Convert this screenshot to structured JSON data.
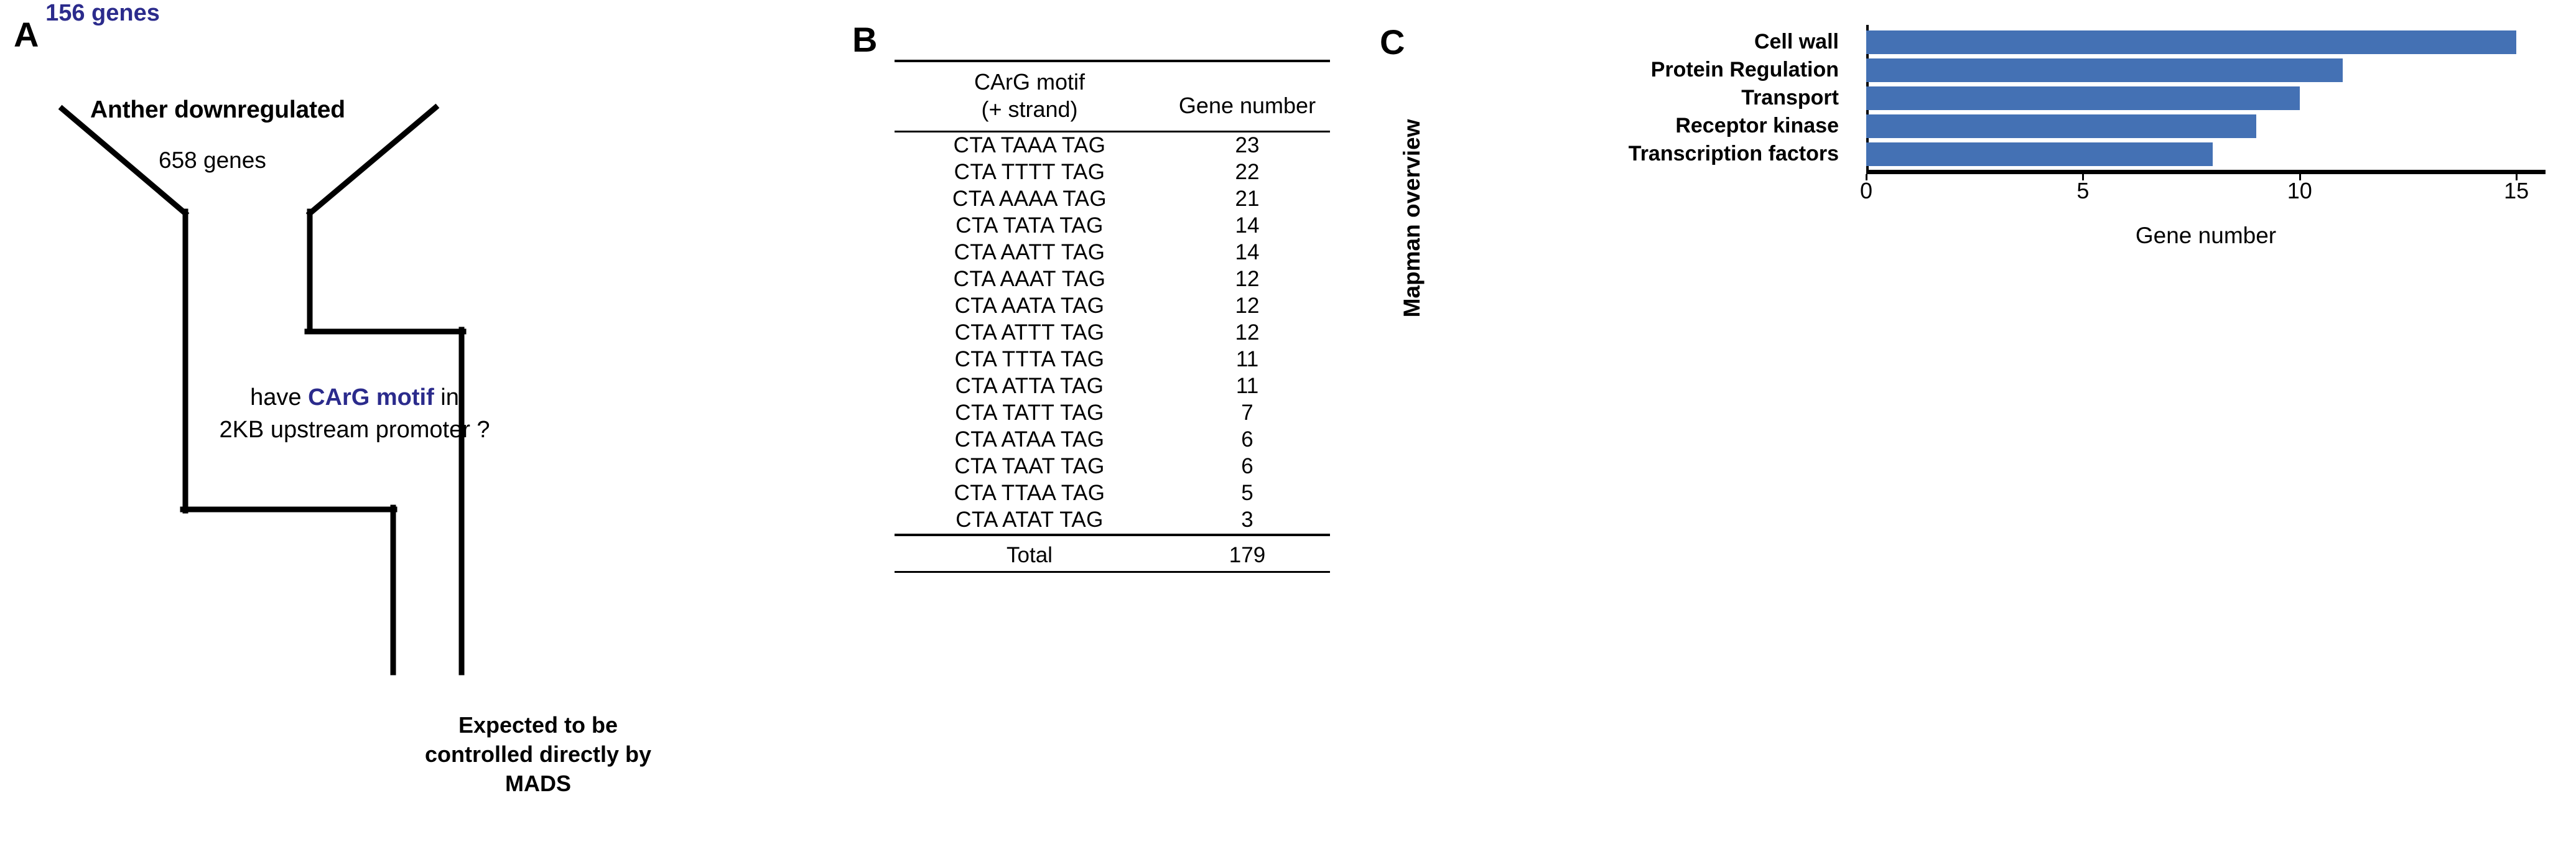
{
  "panels": {
    "a": {
      "letter": "A",
      "title": "Anther downregulated",
      "gene_count": "658 genes",
      "question_pre": "have ",
      "question_hl": "CArG motif",
      "question_post": " in",
      "question_line2": "2KB upstream promoter ?",
      "outcome_line1": "Expected to be",
      "outcome_line2": "controlled directly by MADS",
      "outcome_count": "156 genes",
      "accent_color": "#2b2b8c",
      "line_color": "#000000"
    },
    "b": {
      "letter": "B",
      "headers": {
        "motif_line1": "CArG motif",
        "motif_line2": "(+ strand)",
        "gene_number": "Gene number"
      },
      "rows": [
        {
          "motif": "CTA TAAA TAG",
          "count": "23"
        },
        {
          "motif": "CTA TTTT TAG",
          "count": "22"
        },
        {
          "motif": "CTA AAAA TAG",
          "count": "21"
        },
        {
          "motif": "CTA TATA TAG",
          "count": "14"
        },
        {
          "motif": "CTA AATT TAG",
          "count": "14"
        },
        {
          "motif": "CTA AAAT TAG",
          "count": "12"
        },
        {
          "motif": "CTA AATA TAG",
          "count": "12"
        },
        {
          "motif": "CTA ATTT TAG",
          "count": "12"
        },
        {
          "motif": "CTA TTTA TAG",
          "count": "11"
        },
        {
          "motif": "CTA ATTA TAG",
          "count": "11"
        },
        {
          "motif": "CTA TATT TAG",
          "count": "7"
        },
        {
          "motif": "CTA ATAA TAG",
          "count": "6"
        },
        {
          "motif": "CTA TAAT TAG",
          "count": "6"
        },
        {
          "motif": "CTA TTAA TAG",
          "count": "5"
        },
        {
          "motif": "CTA ATAT TAG",
          "count": "3"
        }
      ],
      "total_label": "Total",
      "total_value": "179"
    },
    "c": {
      "letter": "C"
    }
  },
  "chart_data": {
    "type": "bar",
    "orientation": "horizontal",
    "title": "",
    "xlabel": "Gene number",
    "ylabel": "Mapman overview",
    "categories": [
      "Cell wall",
      "Protein Regulation",
      "Transport",
      "Receptor kinase",
      "Transcription factors"
    ],
    "values": [
      15,
      11,
      10,
      9,
      8
    ],
    "xlim": [
      0,
      15.5
    ],
    "xticks": [
      0,
      5,
      10,
      15
    ],
    "xticklabels": [
      "0",
      "5",
      "10",
      "15"
    ],
    "bar_color": "#4471b4",
    "grid": false,
    "legend": null
  }
}
